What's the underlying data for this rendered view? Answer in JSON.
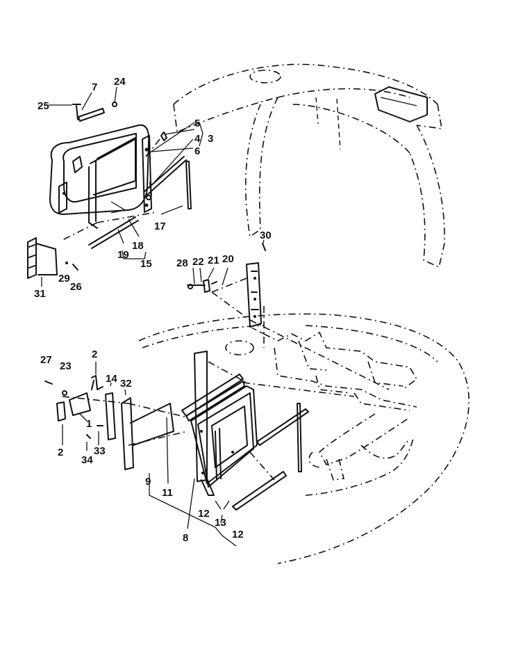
{
  "diagram": {
    "callouts": [
      "25",
      "7",
      "24",
      "5",
      "4",
      "3",
      "6",
      "17",
      "19",
      "18",
      "15",
      "31",
      "29",
      "26",
      "30",
      "28",
      "22",
      "21",
      "20",
      "27",
      "23",
      "2",
      "14",
      "32",
      "1",
      "2",
      "34",
      "33",
      "9",
      "11",
      "8",
      "12",
      "13",
      "12"
    ]
  }
}
